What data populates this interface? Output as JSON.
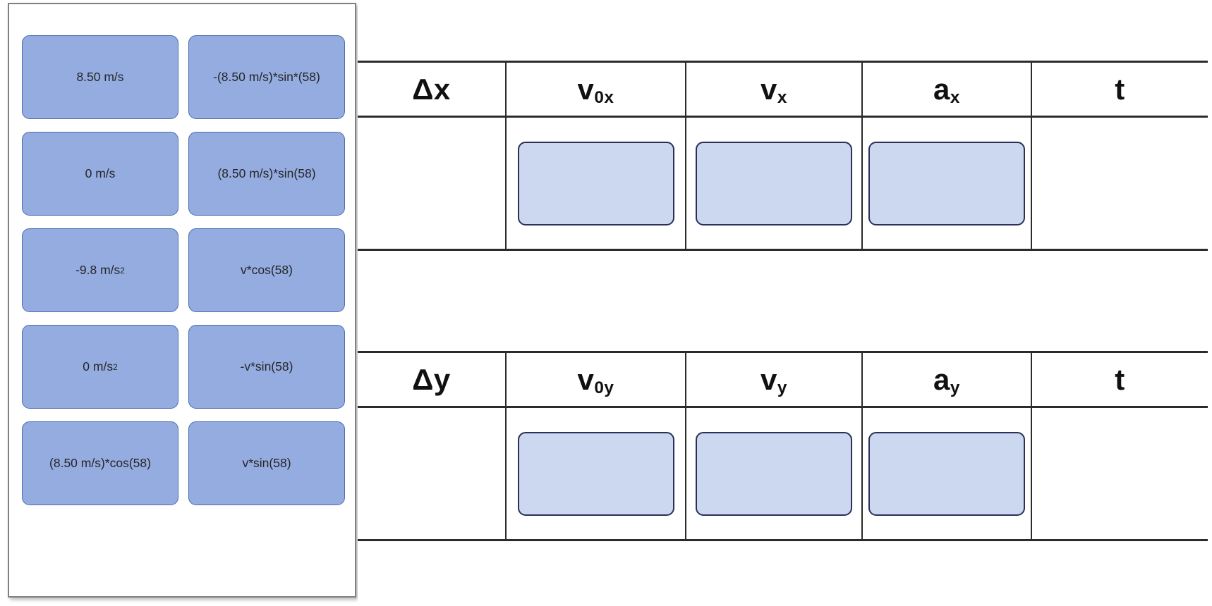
{
  "tile_panel": {
    "tiles": [
      {
        "id": "tile-speed-850",
        "label": "8.50 m/s",
        "exponent": ""
      },
      {
        "id": "tile-neg-v-sin-58-num",
        "label": "-(8.50 m/s)*sin*(58)",
        "exponent": ""
      },
      {
        "id": "tile-speed-0",
        "label": "0 m/s",
        "exponent": ""
      },
      {
        "id": "tile-v-sin-58-num",
        "label": "(8.50 m/s)*sin(58)",
        "exponent": ""
      },
      {
        "id": "tile-accel-neg98",
        "label": "-9.8 m/s",
        "exponent": "2"
      },
      {
        "id": "tile-v-cos-58",
        "label": "v*cos(58)",
        "exponent": ""
      },
      {
        "id": "tile-accel-0",
        "label": "0 m/s",
        "exponent": "2"
      },
      {
        "id": "tile-neg-v-sin-58",
        "label": "-v*sin(58)",
        "exponent": ""
      },
      {
        "id": "tile-v-cos-58-num",
        "label": "(8.50 m/s)*cos(58)",
        "exponent": ""
      },
      {
        "id": "tile-v-sin-58",
        "label": "v*sin(58)",
        "exponent": ""
      }
    ]
  },
  "tables": [
    {
      "id": "table-x",
      "axis": "x",
      "headers": [
        {
          "id": "header-delta-x",
          "base": "Δx",
          "sub": ""
        },
        {
          "id": "header-v0x",
          "base": "v",
          "sub": "0x"
        },
        {
          "id": "header-vx",
          "base": "v",
          "sub": "x"
        },
        {
          "id": "header-ax",
          "base": "a",
          "sub": "x"
        },
        {
          "id": "header-t-x",
          "base": "t",
          "sub": ""
        }
      ],
      "dropzones": [
        {
          "id": "dropzone-delta-x",
          "present": false,
          "value": ""
        },
        {
          "id": "dropzone-v0x",
          "present": true,
          "value": ""
        },
        {
          "id": "dropzone-vx",
          "present": true,
          "value": ""
        },
        {
          "id": "dropzone-ax",
          "present": true,
          "value": ""
        },
        {
          "id": "dropzone-t-x",
          "present": false,
          "value": ""
        }
      ]
    },
    {
      "id": "table-y",
      "axis": "y",
      "headers": [
        {
          "id": "header-delta-y",
          "base": "Δy",
          "sub": ""
        },
        {
          "id": "header-v0y",
          "base": "v",
          "sub": "0y"
        },
        {
          "id": "header-vy",
          "base": "v",
          "sub": "y"
        },
        {
          "id": "header-ay",
          "base": "a",
          "sub": "y"
        },
        {
          "id": "header-t-y",
          "base": "t",
          "sub": ""
        }
      ],
      "dropzones": [
        {
          "id": "dropzone-delta-y",
          "present": false,
          "value": ""
        },
        {
          "id": "dropzone-v0y",
          "present": true,
          "value": ""
        },
        {
          "id": "dropzone-vy",
          "present": true,
          "value": ""
        },
        {
          "id": "dropzone-ay",
          "present": true,
          "value": ""
        },
        {
          "id": "dropzone-t-y",
          "present": false,
          "value": ""
        }
      ]
    }
  ],
  "colors": {
    "tile_fill": "#94ace0",
    "tile_border": "#4a6cb0",
    "dropzone_fill": "#ccd7f0",
    "dropzone_border": "#2b3057",
    "table_line": "#2b2b2b",
    "panel_border": "#808080",
    "text": "#262626"
  }
}
